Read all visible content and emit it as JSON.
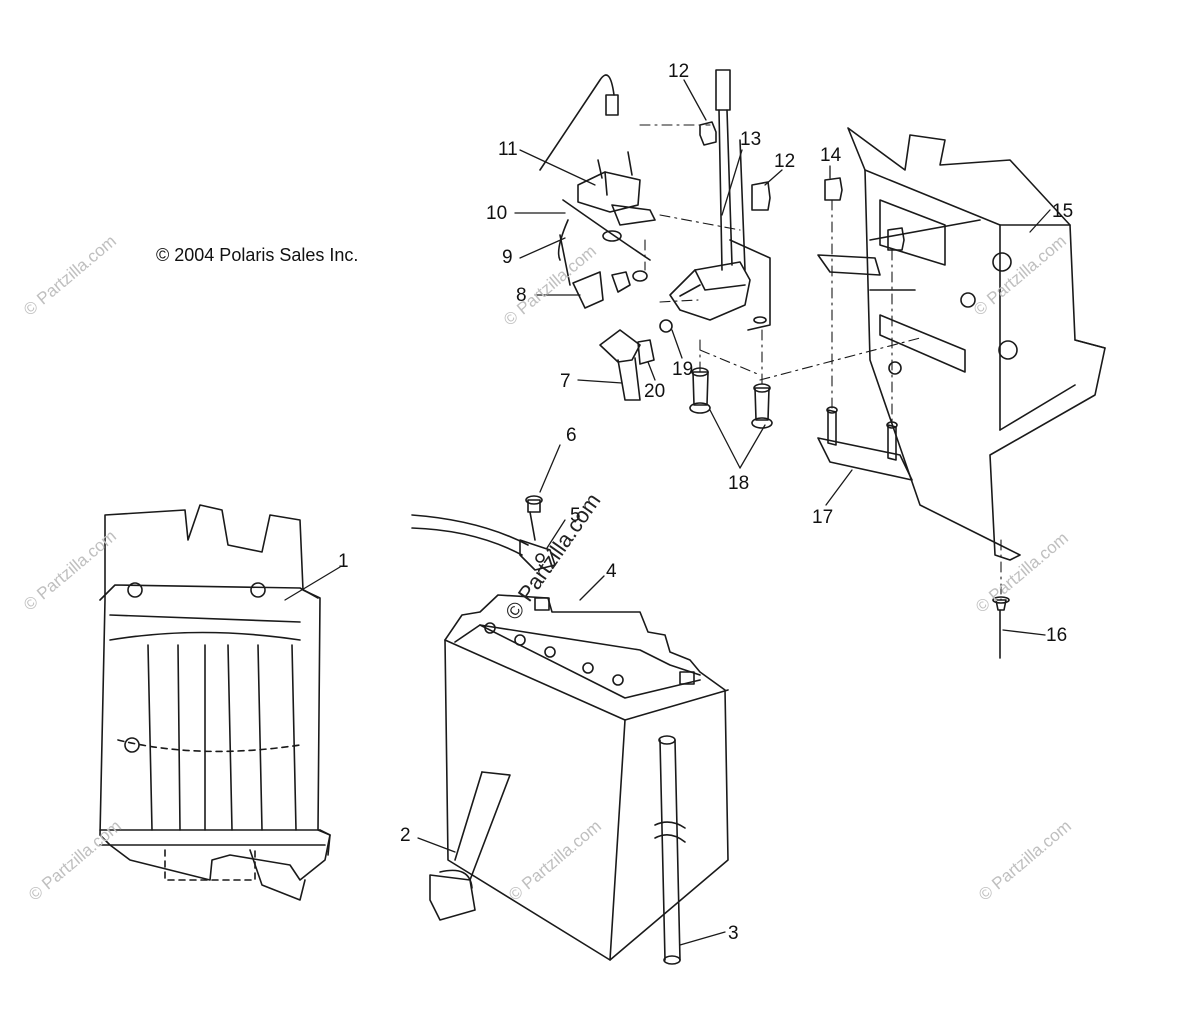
{
  "copyright": "© 2004 Polaris Sales Inc.",
  "watermark": "© Partzilla.com",
  "callouts": [
    {
      "id": "c1",
      "label": "1"
    },
    {
      "id": "c2",
      "label": "2"
    },
    {
      "id": "c3",
      "label": "3"
    },
    {
      "id": "c4",
      "label": "4"
    },
    {
      "id": "c5",
      "label": "5"
    },
    {
      "id": "c6",
      "label": "6"
    },
    {
      "id": "c7",
      "label": "7"
    },
    {
      "id": "c8",
      "label": "8"
    },
    {
      "id": "c9",
      "label": "9"
    },
    {
      "id": "c10",
      "label": "10"
    },
    {
      "id": "c11",
      "label": "11"
    },
    {
      "id": "c12a",
      "label": "12"
    },
    {
      "id": "c12b",
      "label": "12"
    },
    {
      "id": "c13",
      "label": "13"
    },
    {
      "id": "c14",
      "label": "14"
    },
    {
      "id": "c15",
      "label": "15"
    },
    {
      "id": "c16",
      "label": "16"
    },
    {
      "id": "c17",
      "label": "17"
    },
    {
      "id": "c18",
      "label": "18"
    },
    {
      "id": "c19",
      "label": "19"
    },
    {
      "id": "c20",
      "label": "20"
    }
  ]
}
